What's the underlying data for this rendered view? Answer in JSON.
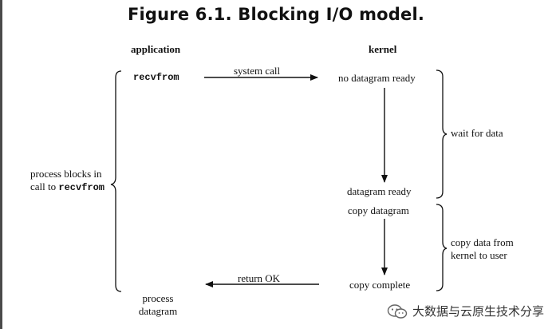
{
  "title": "Figure 6.1. Blocking I/O model.",
  "headers": {
    "application": "application",
    "kernel": "kernel"
  },
  "labels": {
    "recvfrom": "recvfrom",
    "system_call": "system call",
    "no_datagram_ready": "no datagram ready",
    "wait_for_data": "wait for data",
    "datagram_ready": "datagram ready",
    "copy_datagram": "copy datagram",
    "copy_data_line1": "copy data from",
    "copy_data_line2": "kernel to user",
    "process_blocks_line1": "process blocks in",
    "process_blocks_line2": "call to",
    "process_blocks_mono": "recvfrom",
    "return_ok": "return OK",
    "copy_complete": "copy complete",
    "process_line1": "process",
    "process_line2": "datagram"
  },
  "watermark": {
    "text": "大数据与云原生技术分享",
    "icon": "wechat-icon"
  }
}
